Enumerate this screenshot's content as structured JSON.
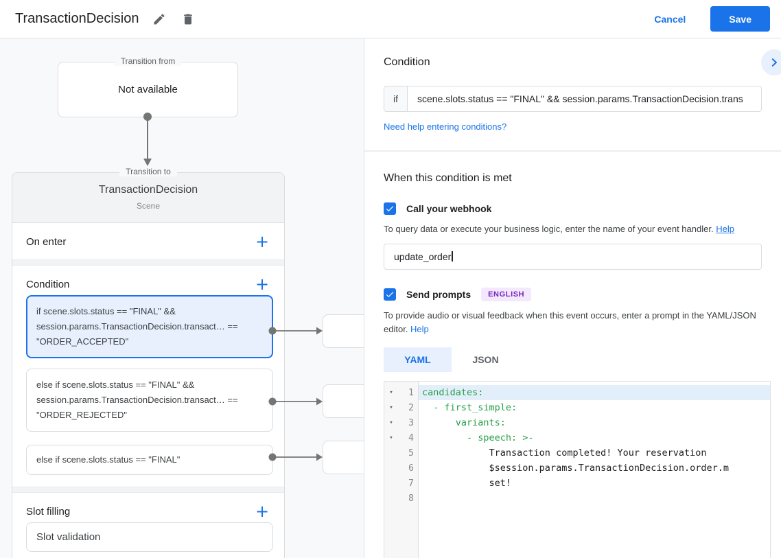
{
  "app_bar": {
    "title": "TransactionDecision",
    "cancel_label": "Cancel",
    "save_label": "Save"
  },
  "diagram": {
    "transition_from": {
      "legend": "Transition from",
      "content": "Not available"
    },
    "transition_to": {
      "legend": "Transition to",
      "title": "TransactionDecision",
      "subtitle": "Scene",
      "on_enter": {
        "label": "On enter"
      },
      "condition": {
        "label": "Condition",
        "cards": [
          {
            "text": "if scene.slots.status == \"FINAL\" && session.params.TransactionDecision.transact… == \"ORDER_ACCEPTED\""
          },
          {
            "text": "else if scene.slots.status == \"FINAL\" && session.params.TransactionDecision.transact… == \"ORDER_REJECTED\""
          },
          {
            "text": "else if scene.slots.status == \"FINAL\""
          }
        ]
      },
      "slot_filling": {
        "label": "Slot filling",
        "card": "Slot validation"
      }
    }
  },
  "condition_panel": {
    "title": "Condition",
    "if_label": "if",
    "if_value": "scene.slots.status == \"FINAL\" && session.params.TransactionDecision.trans",
    "help_link": "Need help entering conditions?"
  },
  "handler_panel": {
    "title": "When this condition is met",
    "webhook": {
      "label": "Call your webhook",
      "helper": "To query data or execute your business logic, enter the name of your event handler.",
      "help_link": "Help",
      "value": "update_order"
    },
    "prompts": {
      "label": "Send prompts",
      "badge": "ENGLISH",
      "helper": "To provide audio or visual feedback when this event occurs, enter a prompt in the YAML/JSON editor.",
      "help_link": "Help"
    },
    "tabs": {
      "yaml": "YAML",
      "json": "JSON"
    },
    "editor": {
      "lines": [
        {
          "num": "1",
          "fold": "▾",
          "text": "candidates:"
        },
        {
          "num": "2",
          "fold": "▾",
          "text": "  - first_simple:"
        },
        {
          "num": "3",
          "fold": "▾",
          "text": "      variants:"
        },
        {
          "num": "4",
          "fold": "▾",
          "text": "        - speech: >-"
        },
        {
          "num": "5",
          "fold": "",
          "text": "            Transaction completed! Your reservation"
        },
        {
          "num": "6",
          "fold": "",
          "text": "            $session.params.TransactionDecision.order.m"
        },
        {
          "num": "7",
          "fold": "",
          "text": "            set!"
        },
        {
          "num": "8",
          "fold": "",
          "text": ""
        }
      ]
    }
  },
  "colors": {
    "accent": "#1a73e8",
    "yaml_key": "#26a049",
    "badge_bg": "#f3e8fd",
    "badge_text": "#7627bb"
  }
}
